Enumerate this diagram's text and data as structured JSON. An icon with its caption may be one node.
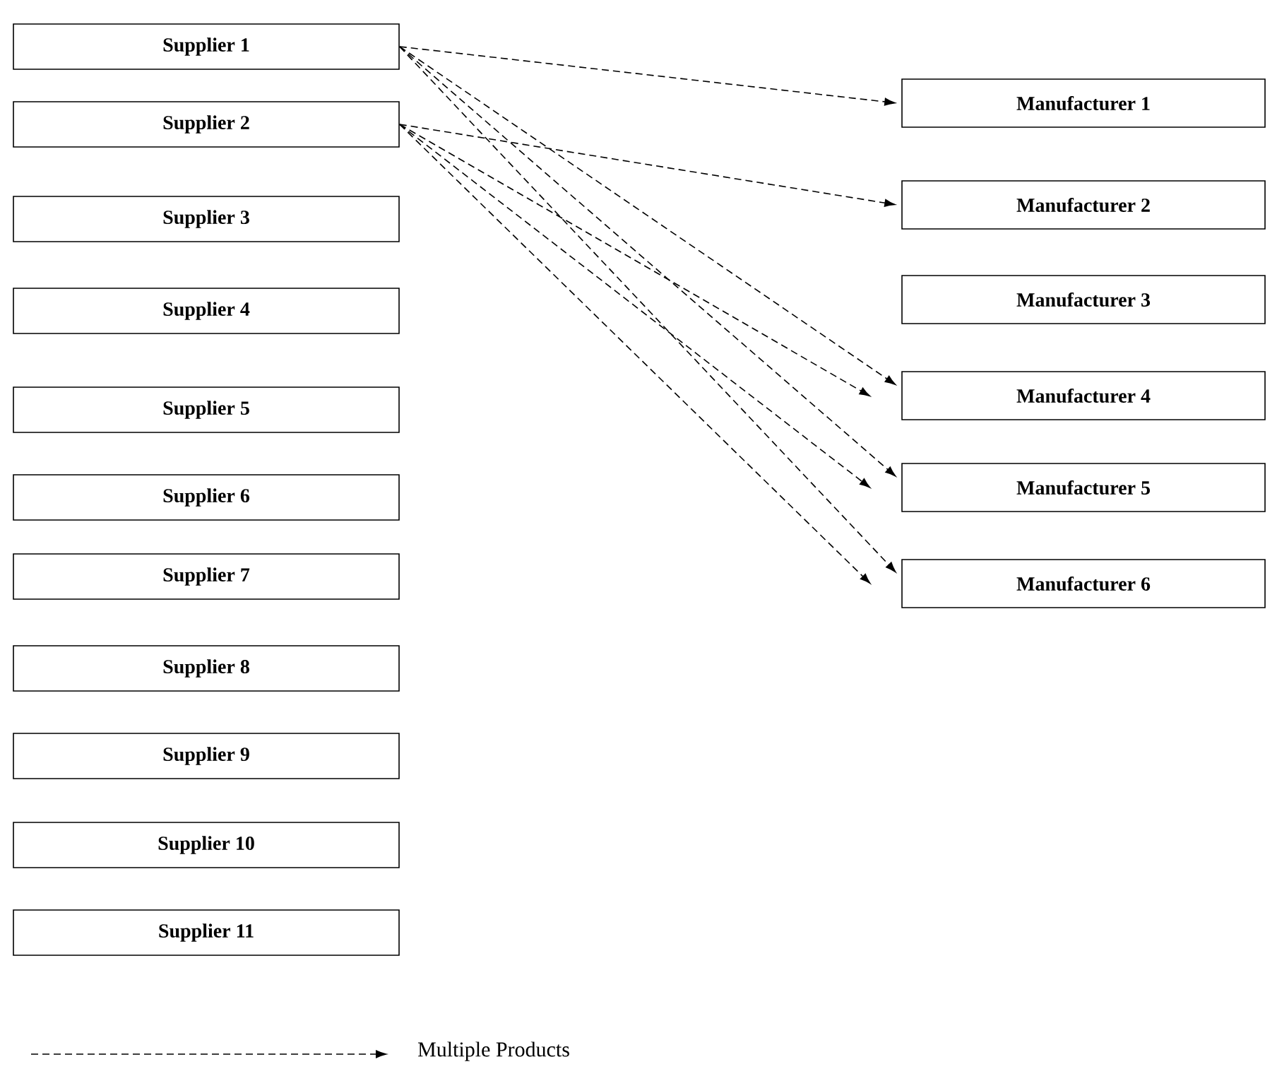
{
  "diagram": {
    "nodes": [
      {
        "text": [
          "Supplier 1"
        ]
      },
      {
        "text": [
          "Supplier 2"
        ]
      },
      {
        "text": [
          "Supplier 3"
        ]
      },
      {
        "text": [
          "Supplier 4"
        ]
      },
      {
        "text": [
          "Supplier 5"
        ]
      },
      {
        "text": [
          "Supplier 6"
        ]
      },
      {
        "text": [
          "Supplier 7"
        ]
      },
      {
        "text": [
          "Supplier 8"
        ]
      },
      {
        "text": [
          "Supplier 9"
        ]
      },
      {
        "text": [
          "Supplier 10"
        ]
      },
      {
        "text": [
          "Supplier 11"
        ]
      },
      {
        "text": [
          "Manufacturer 1"
        ]
      },
      {
        "text": [
          "Manufacturer 2"
        ]
      },
      {
        "text": [
          "Manufacturer 3"
        ]
      },
      {
        "text": [
          "Manufacturer 4"
        ]
      },
      {
        "text": [
          "Manufacturer 5"
        ]
      },
      {
        "text": [
          "Manufacturer 6"
        ]
      }
    ],
    "edges": [
      {
        "from": 0,
        "to": 11,
        "arrow": "to",
        "style": "dashed"
      },
      {
        "from": 0,
        "to": 14,
        "arrow": "to",
        "style": "dashed"
      },
      {
        "from": 0,
        "to": 15,
        "arrow": "to",
        "style": "dashed"
      },
      {
        "from": 0,
        "to": 16,
        "arrow": "to",
        "style": "dashed"
      },
      {
        "from": 1,
        "to": 12,
        "arrow": "to",
        "style": "dashed"
      },
      {
        "from": 1,
        "to": 14,
        "arrow": "to",
        "style": "dashed"
      },
      {
        "from": 1,
        "to": 15,
        "arrow": "to",
        "style": "dashed"
      },
      {
        "from": 1,
        "to": 16,
        "arrow": "to",
        "style": "dashed"
      }
    ],
    "legend": [
      {
        "text": "Multiple Products"
      }
    ]
  }
}
